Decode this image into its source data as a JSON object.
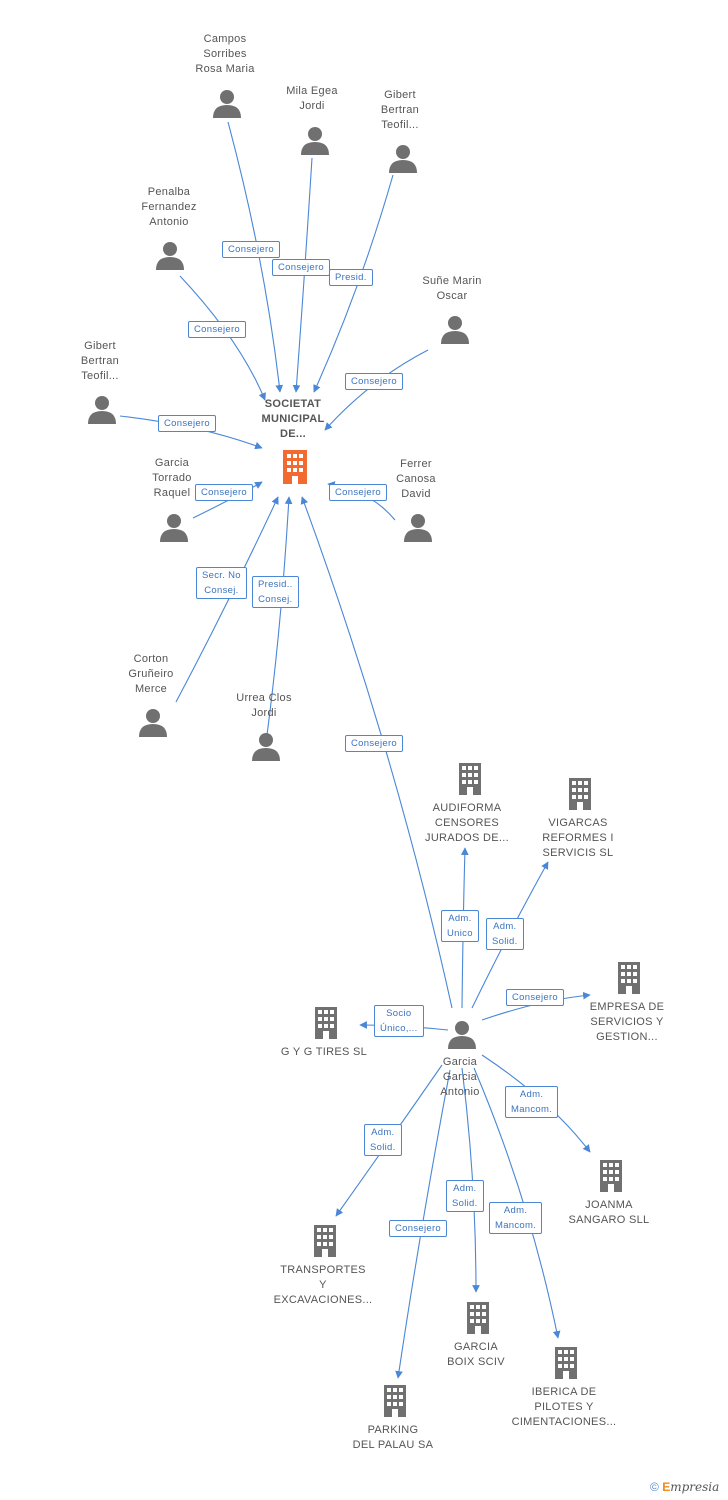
{
  "diagram": {
    "center": {
      "name": "SOCIETAT MUNICIPAL DE...",
      "lines": [
        "SOCIETAT",
        "MUNICIPAL",
        "DE..."
      ]
    },
    "people": [
      {
        "id": "campos",
        "lines": [
          "Campos",
          "Sorribes",
          "Rosa Maria"
        ]
      },
      {
        "id": "mila",
        "lines": [
          "Mila Egea",
          "Jordi"
        ]
      },
      {
        "id": "gibert1",
        "lines": [
          "Gibert",
          "Bertran",
          "Teofil..."
        ]
      },
      {
        "id": "penalba",
        "lines": [
          "Penalba",
          "Fernandez",
          "Antonio"
        ]
      },
      {
        "id": "sune",
        "lines": [
          "Suñe Marin",
          "Oscar"
        ]
      },
      {
        "id": "gibert2",
        "lines": [
          "Gibert",
          "Bertran",
          "Teofil..."
        ]
      },
      {
        "id": "garcia_t",
        "lines": [
          "Garcia",
          "Torrado",
          "Raquel"
        ]
      },
      {
        "id": "ferrer",
        "lines": [
          "Ferrer",
          "Canosa",
          "David"
        ]
      },
      {
        "id": "corton",
        "lines": [
          "Corton",
          "Gruñeiro",
          "Merce"
        ]
      },
      {
        "id": "urrea",
        "lines": [
          "Urrea Clos",
          "Jordi"
        ]
      },
      {
        "id": "garcia_a",
        "lines": [
          "Garcia",
          "Garcia",
          "Antonio"
        ]
      }
    ],
    "companies": [
      {
        "id": "audiforma",
        "lines": [
          "AUDIFORMA",
          "CENSORES",
          "JURADOS DE..."
        ]
      },
      {
        "id": "vigarcas",
        "lines": [
          "VIGARCAS",
          "REFORMES I",
          "SERVICIS SL"
        ]
      },
      {
        "id": "empresa",
        "lines": [
          "EMPRESA DE",
          "SERVICIOS Y",
          "GESTION..."
        ]
      },
      {
        "id": "gyg",
        "lines": [
          "G Y G TIRES SL"
        ]
      },
      {
        "id": "joanma",
        "lines": [
          "JOANMA",
          "SANGARO SLL"
        ]
      },
      {
        "id": "transportes",
        "lines": [
          "TRANSPORTES",
          "Y",
          "EXCAVACIONES..."
        ]
      },
      {
        "id": "garciaboix",
        "lines": [
          "GARCIA",
          "BOIX SCIV"
        ]
      },
      {
        "id": "iberica",
        "lines": [
          "IBERICA DE",
          "PILOTES Y",
          "CIMENTACIONES..."
        ]
      },
      {
        "id": "parking",
        "lines": [
          "PARKING",
          "DEL PALAU SA"
        ]
      }
    ],
    "edges": [
      {
        "id": "e1",
        "lines": [
          "Consejero"
        ]
      },
      {
        "id": "e2",
        "lines": [
          "Consejero"
        ]
      },
      {
        "id": "e3",
        "lines": [
          "Presid."
        ]
      },
      {
        "id": "e4",
        "lines": [
          "Consejero"
        ]
      },
      {
        "id": "e5",
        "lines": [
          "Consejero"
        ]
      },
      {
        "id": "e6",
        "lines": [
          "Consejero"
        ]
      },
      {
        "id": "e7",
        "lines": [
          "Consejero"
        ]
      },
      {
        "id": "e8",
        "lines": [
          "Consejero"
        ]
      },
      {
        "id": "e9",
        "lines": [
          "Secr.  No",
          "Consej."
        ]
      },
      {
        "id": "e10",
        "lines": [
          "Presid..",
          "Consej."
        ]
      },
      {
        "id": "e11",
        "lines": [
          "Consejero"
        ]
      },
      {
        "id": "e12",
        "lines": [
          "Adm.",
          "Unico"
        ]
      },
      {
        "id": "e13",
        "lines": [
          "Adm.",
          "Solid."
        ]
      },
      {
        "id": "e14",
        "lines": [
          "Consejero"
        ]
      },
      {
        "id": "e15",
        "lines": [
          "Socio",
          "Único,..."
        ]
      },
      {
        "id": "e16",
        "lines": [
          "Adm.",
          "Mancom."
        ]
      },
      {
        "id": "e17",
        "lines": [
          "Adm.",
          "Solid."
        ]
      },
      {
        "id": "e18",
        "lines": [
          "Adm.",
          "Solid."
        ]
      },
      {
        "id": "e19",
        "lines": [
          "Adm.",
          "Mancom."
        ]
      },
      {
        "id": "e20",
        "lines": [
          "Consejero"
        ]
      }
    ]
  },
  "colors": {
    "edge": "#4a87d6",
    "person": "#707070",
    "company": "#707070",
    "center": "#f26a30"
  },
  "footer": {
    "copyright": "©",
    "brand": "mpresia",
    "brand_initial": "E"
  }
}
